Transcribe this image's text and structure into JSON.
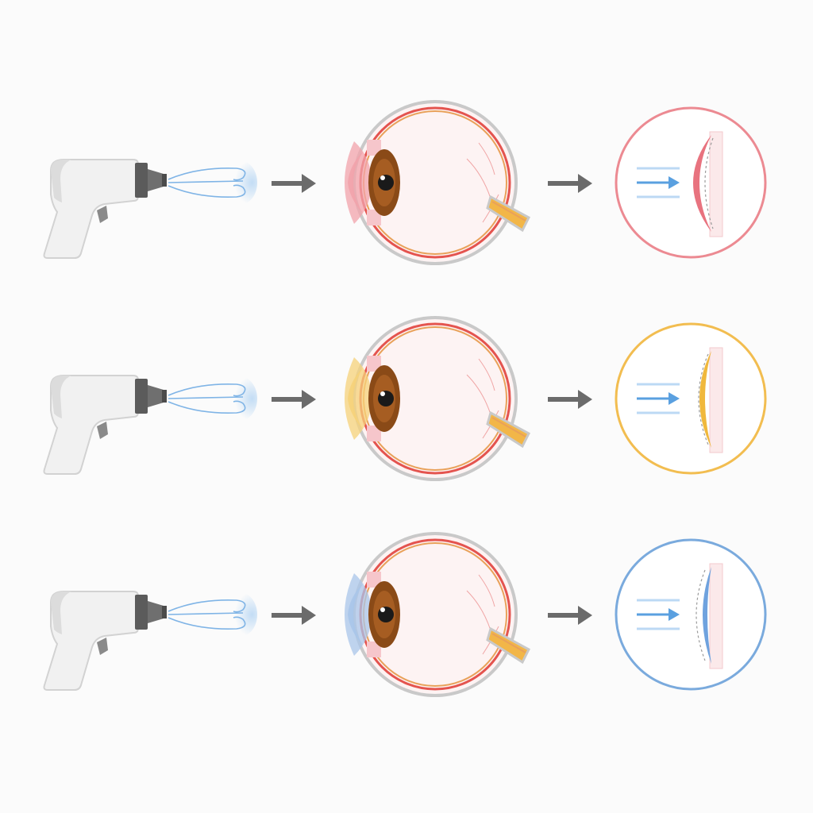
{
  "diagram": {
    "rows": [
      {
        "id": "row-1",
        "cornea_color": "#f2a3ab",
        "detail_color": "#e8737f",
        "ring_color": "#ec8a92"
      },
      {
        "id": "row-2",
        "cornea_color": "#f6d27a",
        "detail_color": "#f0b83c",
        "ring_color": "#f2bd50"
      },
      {
        "id": "row-3",
        "cornea_color": "#a9c5ea",
        "detail_color": "#6fa2de",
        "ring_color": "#7aaadd"
      }
    ],
    "colors": {
      "air_jet": "#7fb4e6",
      "flow_arrow": "#5aa0e0",
      "connector_arrow": "#6b6b6b",
      "device_body": "#f1f1f1",
      "device_nozzle": "#5b5b5b",
      "sclera_outline": "#c9c9c9",
      "retina": "#e9a15a",
      "choroid": "#e4544f",
      "iris": "#8a4a17",
      "optic_nerve": "#f2b648"
    },
    "icons": {
      "device": "tonometer-icon",
      "air": "air-puff-icon",
      "connector": "arrow-right-icon",
      "eye": "eye-cross-section-icon",
      "detail": "cornea-deformation-icon"
    }
  }
}
